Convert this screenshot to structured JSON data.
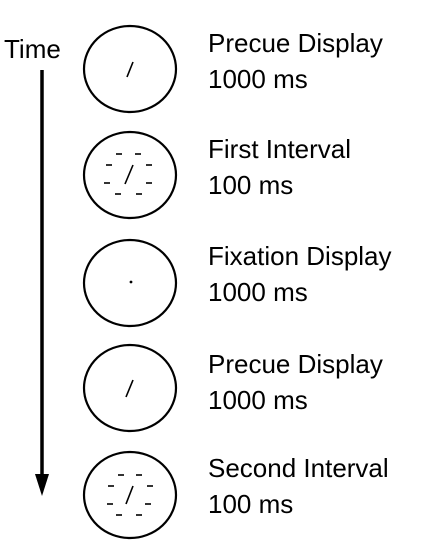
{
  "axis": {
    "label": "Time"
  },
  "stages": [
    {
      "name": "Precue Display",
      "duration": "1000 ms",
      "display": "precue-line"
    },
    {
      "name": "First Interval",
      "duration": "100 ms",
      "display": "target-array"
    },
    {
      "name": "Fixation Display",
      "duration": "1000 ms",
      "display": "fixation-dot"
    },
    {
      "name": "Precue Display",
      "duration": "1000 ms",
      "display": "precue-line"
    },
    {
      "name": "Second Interval",
      "duration": "100 ms",
      "display": "target-array"
    }
  ]
}
